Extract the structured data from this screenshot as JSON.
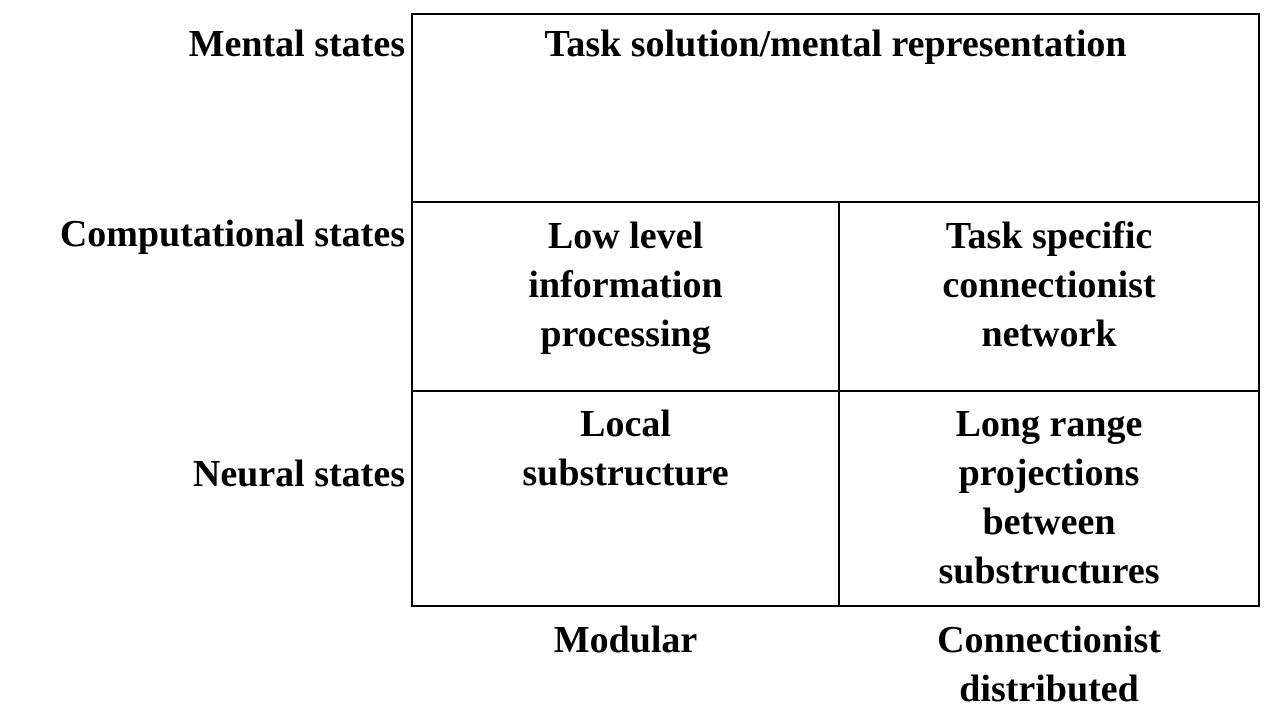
{
  "rows": {
    "mental": "Mental states",
    "computational": "Computational states",
    "neural": "Neural states"
  },
  "cells": {
    "mental_all": "Task solution/mental representation",
    "computational_modular": "Low level\ninformation\nprocessing",
    "computational_distributed": "Task specific\nconnectionist\nnetwork",
    "neural_modular": "Local\nsubstructure",
    "neural_distributed": "Long range\nprojections\nbetween\nsubstructures"
  },
  "columns": {
    "modular": "Modular",
    "distributed": "Connectionist\ndistributed"
  }
}
